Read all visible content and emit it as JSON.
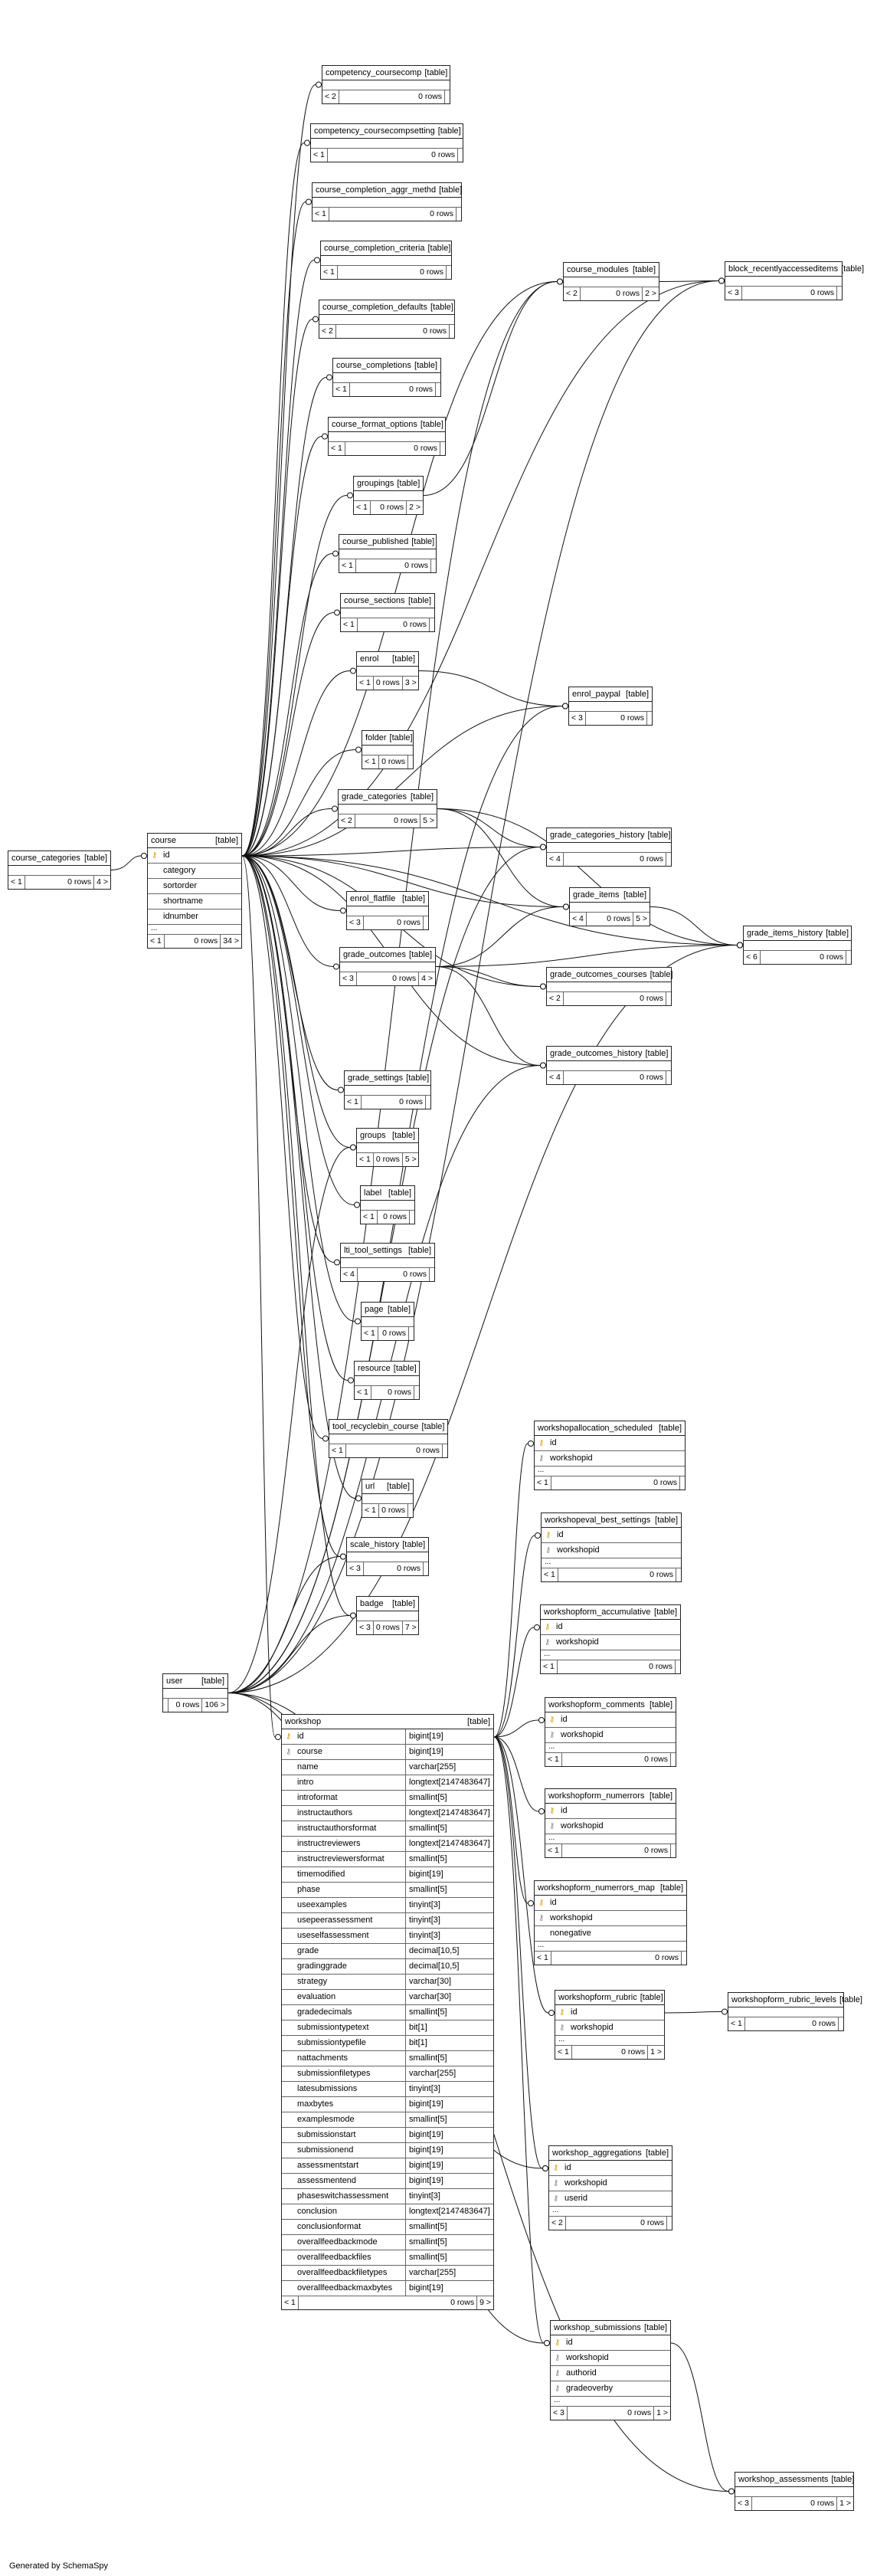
{
  "footer": {
    "generated_by": "Generated by SchemaSpy"
  },
  "tag": "[table]",
  "tables": [
    {
      "id": "course_categories",
      "name": "course_categories",
      "footer": {
        "left": "< 1",
        "rows": "0 rows",
        "right": "4 >"
      }
    },
    {
      "id": "course",
      "name": "course",
      "columns": [
        {
          "name": "id",
          "key": "pk"
        },
        {
          "name": "category"
        },
        {
          "name": "sortorder"
        },
        {
          "name": "shortname"
        },
        {
          "name": "idnumber"
        }
      ],
      "ellipsis": "...",
      "footer": {
        "left": "< 1",
        "rows": "0 rows",
        "right": "34 >"
      }
    },
    {
      "id": "competency_coursecomp",
      "name": "competency_coursecomp",
      "footer": {
        "left": "< 2",
        "rows": "0 rows",
        "right": ""
      }
    },
    {
      "id": "competency_coursecompsetting",
      "name": "competency_coursecompsetting",
      "footer": {
        "left": "< 1",
        "rows": "0 rows",
        "right": ""
      }
    },
    {
      "id": "course_completion_aggr_methd",
      "name": "course_completion_aggr_methd",
      "footer": {
        "left": "< 1",
        "rows": "0 rows",
        "right": ""
      }
    },
    {
      "id": "course_completion_criteria",
      "name": "course_completion_criteria",
      "footer": {
        "left": "< 1",
        "rows": "0 rows",
        "right": ""
      }
    },
    {
      "id": "course_completion_defaults",
      "name": "course_completion_defaults",
      "footer": {
        "left": "< 2",
        "rows": "0 rows",
        "right": ""
      }
    },
    {
      "id": "course_completions",
      "name": "course_completions",
      "footer": {
        "left": "< 1",
        "rows": "0 rows",
        "right": ""
      }
    },
    {
      "id": "course_format_options",
      "name": "course_format_options",
      "footer": {
        "left": "< 1",
        "rows": "0 rows",
        "right": ""
      }
    },
    {
      "id": "groupings",
      "name": "groupings",
      "footer": {
        "left": "< 1",
        "rows": "0 rows",
        "right": "2 >"
      }
    },
    {
      "id": "course_published",
      "name": "course_published",
      "footer": {
        "left": "< 1",
        "rows": "0 rows",
        "right": ""
      }
    },
    {
      "id": "course_sections",
      "name": "course_sections",
      "footer": {
        "left": "< 1",
        "rows": "0 rows",
        "right": ""
      }
    },
    {
      "id": "enrol",
      "name": "enrol",
      "footer": {
        "left": "< 1",
        "rows": "0 rows",
        "right": "3 >"
      }
    },
    {
      "id": "folder",
      "name": "folder",
      "footer": {
        "left": "< 1",
        "rows": "0 rows",
        "right": ""
      }
    },
    {
      "id": "grade_categories",
      "name": "grade_categories",
      "footer": {
        "left": "< 2",
        "rows": "0 rows",
        "right": "5 >"
      }
    },
    {
      "id": "enrol_flatfile",
      "name": "enrol_flatfile",
      "footer": {
        "left": "< 3",
        "rows": "0 rows",
        "right": ""
      }
    },
    {
      "id": "grade_outcomes",
      "name": "grade_outcomes",
      "footer": {
        "left": "< 3",
        "rows": "0 rows",
        "right": "4 >"
      }
    },
    {
      "id": "grade_settings",
      "name": "grade_settings",
      "footer": {
        "left": "< 1",
        "rows": "0 rows",
        "right": ""
      }
    },
    {
      "id": "groups",
      "name": "groups",
      "footer": {
        "left": "< 1",
        "rows": "0 rows",
        "right": "5 >"
      }
    },
    {
      "id": "label",
      "name": "label",
      "footer": {
        "left": "< 1",
        "rows": "0 rows",
        "right": ""
      }
    },
    {
      "id": "lti_tool_settings",
      "name": "lti_tool_settings",
      "footer": {
        "left": "< 4",
        "rows": "0 rows",
        "right": ""
      }
    },
    {
      "id": "page",
      "name": "page",
      "footer": {
        "left": "< 1",
        "rows": "0 rows",
        "right": ""
      }
    },
    {
      "id": "resource",
      "name": "resource",
      "footer": {
        "left": "< 1",
        "rows": "0 rows",
        "right": ""
      }
    },
    {
      "id": "tool_recyclebin_course",
      "name": "tool_recyclebin_course",
      "footer": {
        "left": "< 1",
        "rows": "0 rows",
        "right": ""
      }
    },
    {
      "id": "url",
      "name": "url",
      "footer": {
        "left": "< 1",
        "rows": "0 rows",
        "right": ""
      }
    },
    {
      "id": "scale_history",
      "name": "scale_history",
      "footer": {
        "left": "< 3",
        "rows": "0 rows",
        "right": ""
      }
    },
    {
      "id": "badge",
      "name": "badge",
      "footer": {
        "left": "< 3",
        "rows": "0 rows",
        "right": "7 >"
      }
    },
    {
      "id": "course_modules",
      "name": "course_modules",
      "footer": {
        "left": "< 2",
        "rows": "0 rows",
        "right": "2 >"
      }
    },
    {
      "id": "block_recentlyaccesseditems",
      "name": "block_recentlyaccesseditems",
      "footer": {
        "left": "< 3",
        "rows": "0 rows",
        "right": ""
      }
    },
    {
      "id": "enrol_paypal",
      "name": "enrol_paypal",
      "footer": {
        "left": "< 3",
        "rows": "0 rows",
        "right": ""
      }
    },
    {
      "id": "grade_categories_history",
      "name": "grade_categories_history",
      "footer": {
        "left": "< 4",
        "rows": "0 rows",
        "right": ""
      }
    },
    {
      "id": "grade_items",
      "name": "grade_items",
      "footer": {
        "left": "< 4",
        "rows": "0 rows",
        "right": "5 >"
      }
    },
    {
      "id": "grade_items_history",
      "name": "grade_items_history",
      "footer": {
        "left": "< 6",
        "rows": "0 rows",
        "right": ""
      }
    },
    {
      "id": "grade_outcomes_courses",
      "name": "grade_outcomes_courses",
      "footer": {
        "left": "< 2",
        "rows": "0 rows",
        "right": ""
      }
    },
    {
      "id": "grade_outcomes_history",
      "name": "grade_outcomes_history",
      "footer": {
        "left": "< 4",
        "rows": "0 rows",
        "right": ""
      }
    },
    {
      "id": "user",
      "name": "user",
      "footer": {
        "left": "",
        "rows": "0 rows",
        "right": "106 >"
      }
    },
    {
      "id": "workshopallocation_scheduled",
      "name": "workshopallocation_scheduled",
      "columns": [
        {
          "name": "id",
          "key": "pk"
        },
        {
          "name": "workshopid",
          "key": "fk"
        }
      ],
      "ellipsis": "...",
      "footer": {
        "left": "< 1",
        "rows": "0 rows",
        "right": ""
      }
    },
    {
      "id": "workshopeval_best_settings",
      "name": "workshopeval_best_settings",
      "columns": [
        {
          "name": "id",
          "key": "pk"
        },
        {
          "name": "workshopid",
          "key": "fk"
        }
      ],
      "ellipsis": "...",
      "footer": {
        "left": "< 1",
        "rows": "0 rows",
        "right": ""
      }
    },
    {
      "id": "workshopform_accumulative",
      "name": "workshopform_accumulative",
      "columns": [
        {
          "name": "id",
          "key": "pk"
        },
        {
          "name": "workshopid",
          "key": "fk"
        }
      ],
      "ellipsis": "...",
      "footer": {
        "left": "< 1",
        "rows": "0 rows",
        "right": ""
      }
    },
    {
      "id": "workshopform_comments",
      "name": "workshopform_comments",
      "columns": [
        {
          "name": "id",
          "key": "pk"
        },
        {
          "name": "workshopid",
          "key": "fk"
        }
      ],
      "ellipsis": "...",
      "footer": {
        "left": "< 1",
        "rows": "0 rows",
        "right": ""
      }
    },
    {
      "id": "workshopform_numerrors",
      "name": "workshopform_numerrors",
      "columns": [
        {
          "name": "id",
          "key": "pk"
        },
        {
          "name": "workshopid",
          "key": "fk"
        }
      ],
      "ellipsis": "...",
      "footer": {
        "left": "< 1",
        "rows": "0 rows",
        "right": ""
      }
    },
    {
      "id": "workshopform_numerrors_map",
      "name": "workshopform_numerrors_map",
      "columns": [
        {
          "name": "id",
          "key": "pk"
        },
        {
          "name": "workshopid",
          "key": "fk"
        },
        {
          "name": "nonegative"
        }
      ],
      "ellipsis": "...",
      "footer": {
        "left": "< 1",
        "rows": "0 rows",
        "right": ""
      }
    },
    {
      "id": "workshopform_rubric",
      "name": "workshopform_rubric",
      "columns": [
        {
          "name": "id",
          "key": "pk"
        },
        {
          "name": "workshopid",
          "key": "fk"
        }
      ],
      "ellipsis": "...",
      "footer": {
        "left": "< 1",
        "rows": "0 rows",
        "right": "1 >"
      }
    },
    {
      "id": "workshopform_rubric_levels",
      "name": "workshopform_rubric_levels",
      "footer": {
        "left": "< 1",
        "rows": "0 rows",
        "right": ""
      }
    },
    {
      "id": "workshop_aggregations",
      "name": "workshop_aggregations",
      "columns": [
        {
          "name": "id",
          "key": "pk"
        },
        {
          "name": "workshopid",
          "key": "fk"
        },
        {
          "name": "userid",
          "key": "fk"
        }
      ],
      "ellipsis": "...",
      "footer": {
        "left": "< 2",
        "rows": "0 rows",
        "right": ""
      }
    },
    {
      "id": "workshop_submissions",
      "name": "workshop_submissions",
      "columns": [
        {
          "name": "id",
          "key": "pk"
        },
        {
          "name": "workshopid",
          "key": "fk"
        },
        {
          "name": "authorid",
          "key": "fk"
        },
        {
          "name": "gradeoverby",
          "key": "fk"
        }
      ],
      "ellipsis": "...",
      "footer": {
        "left": "< 3",
        "rows": "0 rows",
        "right": "1 >"
      }
    },
    {
      "id": "workshop_assessments",
      "name": "workshop_assessments",
      "footer": {
        "left": "< 3",
        "rows": "0 rows",
        "right": "1 >"
      }
    },
    {
      "id": "workshop",
      "name": "workshop",
      "columns": [
        {
          "name": "id",
          "type": "bigint[19]",
          "key": "pk"
        },
        {
          "name": "course",
          "type": "bigint[19]",
          "key": "fk"
        },
        {
          "name": "name",
          "type": "varchar[255]"
        },
        {
          "name": "intro",
          "type": "longtext[2147483647]"
        },
        {
          "name": "introformat",
          "type": "smallint[5]"
        },
        {
          "name": "instructauthors",
          "type": "longtext[2147483647]"
        },
        {
          "name": "instructauthorsformat",
          "type": "smallint[5]"
        },
        {
          "name": "instructreviewers",
          "type": "longtext[2147483647]"
        },
        {
          "name": "instructreviewersformat",
          "type": "smallint[5]"
        },
        {
          "name": "timemodified",
          "type": "bigint[19]"
        },
        {
          "name": "phase",
          "type": "smallint[5]"
        },
        {
          "name": "useexamples",
          "type": "tinyint[3]"
        },
        {
          "name": "usepeerassessment",
          "type": "tinyint[3]"
        },
        {
          "name": "useselfassessment",
          "type": "tinyint[3]"
        },
        {
          "name": "grade",
          "type": "decimal[10,5]"
        },
        {
          "name": "gradinggrade",
          "type": "decimal[10,5]"
        },
        {
          "name": "strategy",
          "type": "varchar[30]"
        },
        {
          "name": "evaluation",
          "type": "varchar[30]"
        },
        {
          "name": "gradedecimals",
          "type": "smallint[5]"
        },
        {
          "name": "submissiontypetext",
          "type": "bit[1]"
        },
        {
          "name": "submissiontypefile",
          "type": "bit[1]"
        },
        {
          "name": "nattachments",
          "type": "smallint[5]"
        },
        {
          "name": "submissionfiletypes",
          "type": "varchar[255]"
        },
        {
          "name": "latesubmissions",
          "type": "tinyint[3]"
        },
        {
          "name": "maxbytes",
          "type": "bigint[19]"
        },
        {
          "name": "examplesmode",
          "type": "smallint[5]"
        },
        {
          "name": "submissionstart",
          "type": "bigint[19]"
        },
        {
          "name": "submissionend",
          "type": "bigint[19]"
        },
        {
          "name": "assessmentstart",
          "type": "bigint[19]"
        },
        {
          "name": "assessmentend",
          "type": "bigint[19]"
        },
        {
          "name": "phaseswitchassessment",
          "type": "tinyint[3]"
        },
        {
          "name": "conclusion",
          "type": "longtext[2147483647]"
        },
        {
          "name": "conclusionformat",
          "type": "smallint[5]"
        },
        {
          "name": "overallfeedbackmode",
          "type": "smallint[5]"
        },
        {
          "name": "overallfeedbackfiles",
          "type": "smallint[5]"
        },
        {
          "name": "overallfeedbackfiletypes",
          "type": "varchar[255]"
        },
        {
          "name": "overallfeedbackmaxbytes",
          "type": "bigint[19]"
        }
      ],
      "footer": {
        "left": "< 1",
        "rows": "0 rows",
        "right": "9 >"
      }
    }
  ],
  "relations": [
    [
      "course_categories",
      "course"
    ],
    [
      "course",
      "competency_coursecomp"
    ],
    [
      "course",
      "competency_coursecompsetting"
    ],
    [
      "course",
      "course_completion_aggr_methd"
    ],
    [
      "course",
      "course_completion_criteria"
    ],
    [
      "course",
      "course_completion_defaults"
    ],
    [
      "course",
      "course_completions"
    ],
    [
      "course",
      "course_format_options"
    ],
    [
      "course",
      "groupings"
    ],
    [
      "course",
      "course_published"
    ],
    [
      "course",
      "course_sections"
    ],
    [
      "course",
      "enrol"
    ],
    [
      "course",
      "folder"
    ],
    [
      "course",
      "grade_categories"
    ],
    [
      "course",
      "enrol_flatfile"
    ],
    [
      "course",
      "grade_outcomes"
    ],
    [
      "course",
      "grade_settings"
    ],
    [
      "course",
      "groups"
    ],
    [
      "course",
      "label"
    ],
    [
      "course",
      "lti_tool_settings"
    ],
    [
      "course",
      "page"
    ],
    [
      "course",
      "resource"
    ],
    [
      "course",
      "tool_recyclebin_course"
    ],
    [
      "course",
      "url"
    ],
    [
      "course",
      "scale_history"
    ],
    [
      "course",
      "badge"
    ],
    [
      "course",
      "course_modules"
    ],
    [
      "course",
      "block_recentlyaccesseditems"
    ],
    [
      "course",
      "enrol_paypal"
    ],
    [
      "course",
      "grade_categories_history"
    ],
    [
      "course",
      "grade_items"
    ],
    [
      "course",
      "grade_items_history"
    ],
    [
      "course",
      "grade_outcomes_courses"
    ],
    [
      "course",
      "grade_outcomes_history"
    ],
    [
      "course",
      "workshop"
    ],
    [
      "groupings",
      "course_modules"
    ],
    [
      "course_modules",
      "block_recentlyaccesseditems"
    ],
    [
      "enrol",
      "enrol_paypal"
    ],
    [
      "grade_categories",
      "grade_categories_history"
    ],
    [
      "grade_categories",
      "grade_items"
    ],
    [
      "grade_categories",
      "grade_items_history"
    ],
    [
      "grade_items",
      "grade_items_history"
    ],
    [
      "grade_outcomes",
      "grade_items"
    ],
    [
      "grade_outcomes",
      "grade_outcomes_courses"
    ],
    [
      "grade_outcomes",
      "grade_outcomes_history"
    ],
    [
      "grade_outcomes",
      "grade_items_history"
    ],
    [
      "user",
      "course_modules"
    ],
    [
      "user",
      "block_recentlyaccesseditems"
    ],
    [
      "user",
      "enrol_paypal"
    ],
    [
      "user",
      "grade_categories_history"
    ],
    [
      "user",
      "grade_items_history"
    ],
    [
      "user",
      "grade_outcomes_history"
    ],
    [
      "user",
      "groups"
    ],
    [
      "user",
      "scale_history"
    ],
    [
      "user",
      "badge"
    ],
    [
      "user",
      "workshop_aggregations"
    ],
    [
      "user",
      "workshop_submissions"
    ],
    [
      "user",
      "workshop_assessments"
    ],
    [
      "workshop",
      "workshopallocation_scheduled"
    ],
    [
      "workshop",
      "workshopeval_best_settings"
    ],
    [
      "workshop",
      "workshopform_accumulative"
    ],
    [
      "workshop",
      "workshopform_comments"
    ],
    [
      "workshop",
      "workshopform_numerrors"
    ],
    [
      "workshop",
      "workshopform_numerrors_map"
    ],
    [
      "workshop",
      "workshopform_rubric"
    ],
    [
      "workshop",
      "workshop_aggregations"
    ],
    [
      "workshop",
      "workshop_submissions"
    ],
    [
      "workshopform_rubric",
      "workshopform_rubric_levels"
    ],
    [
      "workshop_submissions",
      "workshop_assessments"
    ]
  ]
}
